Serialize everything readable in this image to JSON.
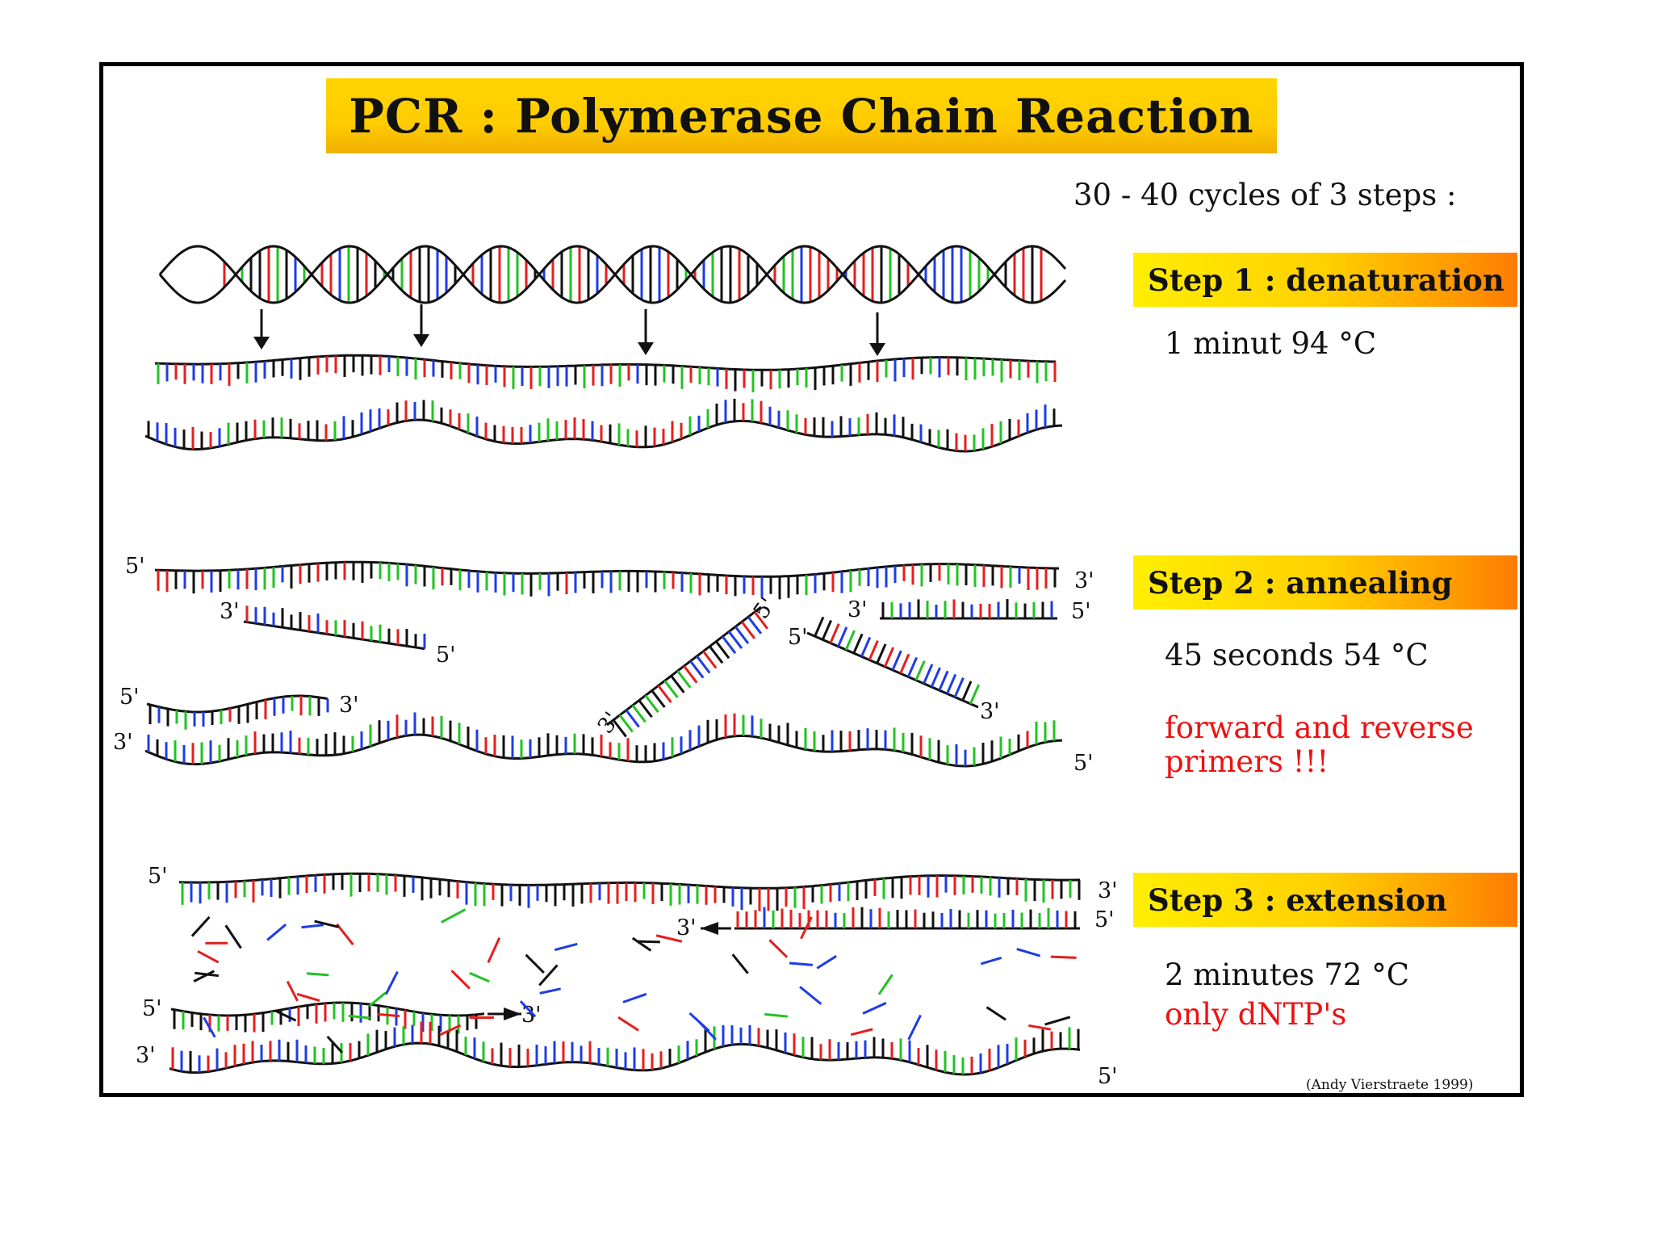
{
  "title": "PCR : Polymerase Chain Reaction",
  "cycles_text": "30 - 40 cycles of 3 steps :",
  "colors": {
    "base_black": "#111111",
    "base_red": "#e61e1e",
    "base_green": "#22c322",
    "base_blue": "#1e3ce6",
    "label_gradient_start": "#ffee00",
    "label_gradient_end": "#ff7a00",
    "emphasis_red": "#ee1111"
  },
  "steps": [
    {
      "label": "Step 1 : denaturation",
      "detail": "1 minut 94 °C"
    },
    {
      "label": "Step 2 : annealing",
      "detail": "45 seconds 54 °C",
      "note_line1": "forward and reverse",
      "note_line2": "primers !!!"
    },
    {
      "label": "Step 3 : extension",
      "detail": "2 minutes 72 °C",
      "note": "only dNTP's"
    }
  ],
  "ends": {
    "five_prime": "5'",
    "three_prime": "3'"
  },
  "credit": "(Andy Vierstraete 1999)",
  "icons": [
    "down-arrow-icon",
    "leftward-arrow-icon",
    "rightward-arrow-icon"
  ]
}
